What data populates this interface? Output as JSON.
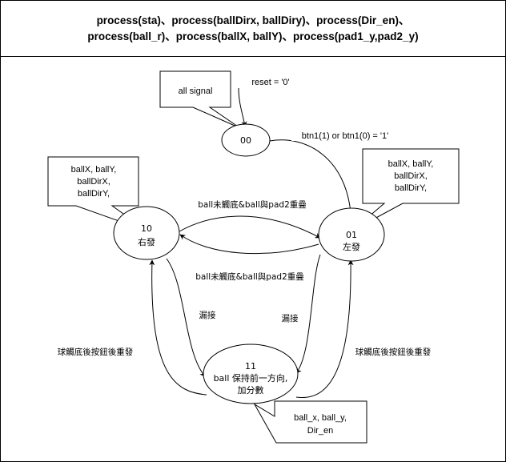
{
  "header": {
    "line1": "process(sta)、process(ballDirx, ballDiry)、process(Dir_en)、",
    "line2": "process(ball_r)、process(ballX, ballY)、process(pad1_y,pad2_y)"
  },
  "states": {
    "s00": {
      "label": "00"
    },
    "s10": {
      "line1": "10",
      "line2": "右發"
    },
    "s01": {
      "line1": "01",
      "line2": "左發"
    },
    "s11": {
      "line1": "11",
      "line2": "ball 保持前一方向,",
      "line3": "加分數"
    }
  },
  "callouts": {
    "all_signal": {
      "text": "all signal"
    },
    "s10_outputs": {
      "line1": "ballX, ballY,",
      "line2": "ballDirX,",
      "line3": "ballDirY,"
    },
    "s01_outputs": {
      "line1": "ballX, ballY,",
      "line2": "ballDirX,",
      "line3": "ballDirY,"
    },
    "s11_outputs": {
      "line1": "ball_x, ball_y,",
      "line2": "Dir_en"
    }
  },
  "transitions": {
    "reset": "reset = '0'",
    "start": "btn1(1) or btn1(0) = '1'",
    "s10_to_s01": "ball未觸底&ball與pad2重疊",
    "s01_to_s10": "ball未觸底&ball與pad2重疊",
    "s10_to_s11": "漏接",
    "s01_to_s11": "漏接",
    "s11_to_s10": "球觸底後按鈕後重發",
    "s11_to_s01": "球觸底後按鈕後重發"
  }
}
